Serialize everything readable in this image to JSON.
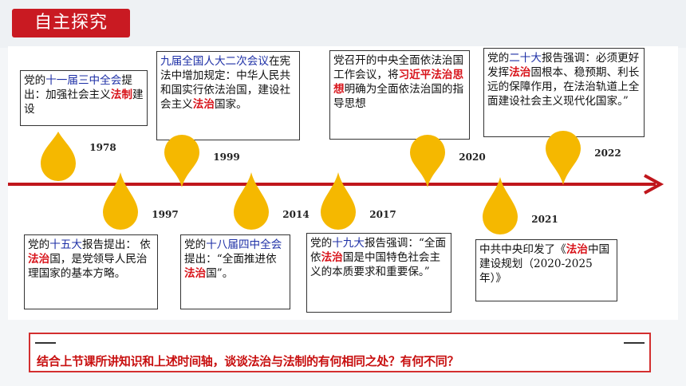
{
  "slide": {
    "title": "自主探究"
  },
  "timeline": {
    "years": [
      "1978",
      "1997",
      "1999",
      "2014",
      "2017",
      "2020",
      "2021",
      "2022"
    ],
    "cards": [
      {
        "parts": [
          [
            "党的",
            ""
          ],
          [
            "十一届三中全会",
            "hl"
          ],
          [
            "提出：加强社会主义",
            ""
          ],
          [
            "法制",
            "rd"
          ],
          [
            "建设",
            ""
          ]
        ]
      },
      {
        "parts": [
          [
            "九届全国人大二次会议",
            "hl"
          ],
          [
            "在宪法中增加规定：中华人民共和国实行依法治国，建设社会主义",
            ""
          ],
          [
            "法治",
            "rd"
          ],
          [
            "国家。",
            ""
          ]
        ]
      },
      {
        "parts": [
          [
            "党召开的中央全面依法治国工作会议，将",
            ""
          ],
          [
            "习近平法治思想",
            "rd"
          ],
          [
            "明确为全面依法治国的指导思想",
            ""
          ]
        ]
      },
      {
        "parts": [
          [
            "党的",
            ""
          ],
          [
            "二十大",
            "hl"
          ],
          [
            "报告强调：必须更好发挥",
            ""
          ],
          [
            "法治",
            "rd"
          ],
          [
            "固根本、稳预期、利长远的保障作用，在法治轨道上全面建设社会主义现代化国家。”",
            ""
          ]
        ]
      },
      {
        "parts": [
          [
            "党的",
            ""
          ],
          [
            "十五大",
            "hl"
          ],
          [
            "报告提出：  依",
            ""
          ],
          [
            "法治",
            "rd"
          ],
          [
            "国，是党领导人民治理国家的基本方略。",
            ""
          ]
        ]
      },
      {
        "parts": [
          [
            "党的",
            ""
          ],
          [
            "十八届四中全会",
            "hl"
          ],
          [
            "提出：“全面推进依",
            ""
          ],
          [
            "法治",
            "rd"
          ],
          [
            "国”。",
            ""
          ]
        ]
      },
      {
        "parts": [
          [
            "党的",
            ""
          ],
          [
            "十九大",
            "hl"
          ],
          [
            "报告强调：“全面依",
            ""
          ],
          [
            "法治",
            "rd"
          ],
          [
            "国是中国特色社会主义的本质要求和重要保。”",
            ""
          ]
        ]
      },
      {
        "parts": [
          [
            "中共中央印发了《",
            ""
          ],
          [
            "法治",
            "rd"
          ],
          [
            "中国建设规划（2020-2025年）》",
            ""
          ]
        ]
      }
    ]
  },
  "question": {
    "text": "结合上节课所讲知识和上述时间轴，谈谈法治与法制的有何相同之处？有何不同？"
  },
  "colors": {
    "accent": "#c91a22",
    "drop": "#f5b800",
    "arrow": "#c0161c",
    "keyword": "#d8141b",
    "term": "#1d2fa6"
  }
}
